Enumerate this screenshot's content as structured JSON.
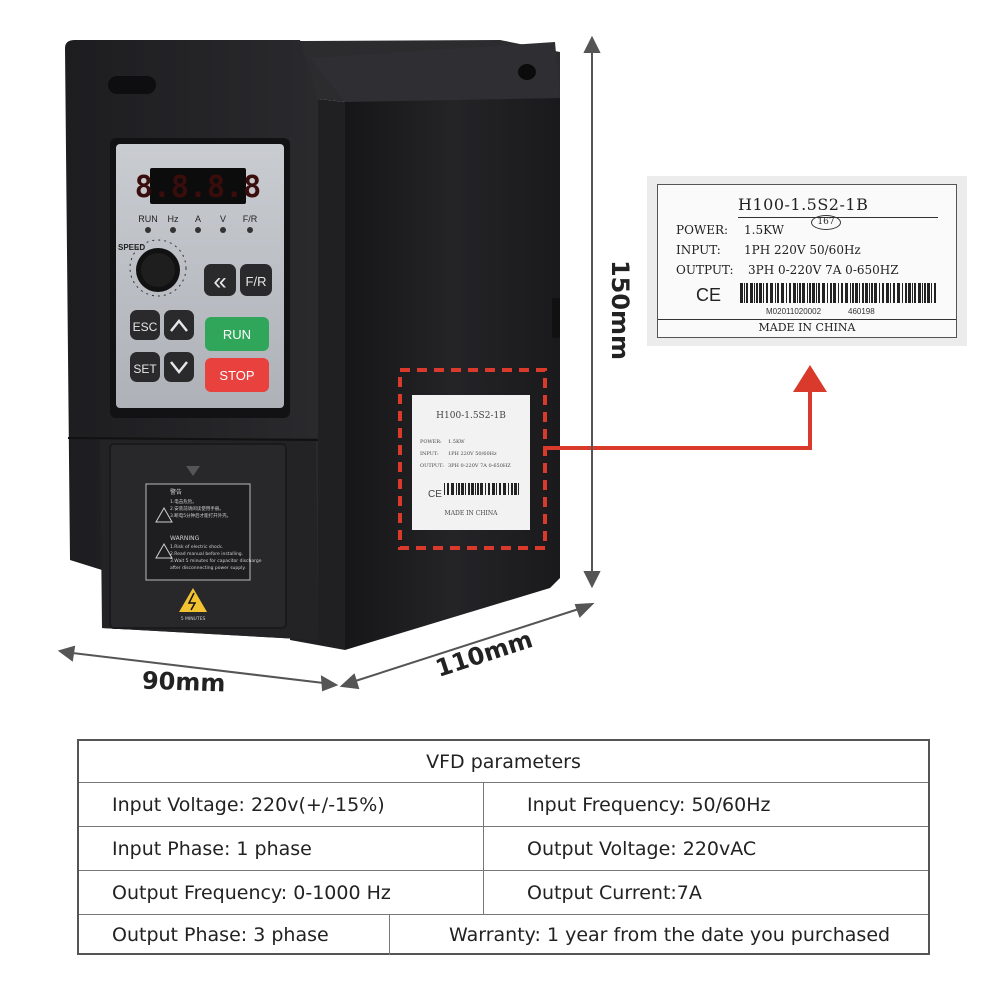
{
  "device": {
    "display_digits": "8.8.8.8",
    "indicators": [
      "RUN",
      "Hz",
      "A",
      "V",
      "F/R"
    ],
    "knob_label": "SPEED",
    "buttons": {
      "shift": "«",
      "fr": "F/R",
      "esc": "ESC",
      "up": "∧",
      "run": "RUN",
      "set": "SET",
      "down": "∨",
      "stop": "STOP"
    },
    "warning_cn_title": "警告",
    "warning_cn_lines": [
      "1.电击危险。",
      "2.安装前请阅读使用手册。",
      "3.断电5分钟后才能打开外壳。"
    ],
    "warning_en_title": "WARNING",
    "warning_en_lines": [
      "1.Risk of electric shock.",
      "2.Read manual before installing.",
      "3.Wait 5 minutes for capacitor discharge",
      "after disconnecting power supply."
    ],
    "warning_minutes": "5 MINUTES",
    "colors": {
      "body": "#1c1c1e",
      "run": "#2fa65a",
      "stop": "#e8413e",
      "highlight": "#d93a2b",
      "display": "#c62222"
    }
  },
  "nameplate": {
    "model": "H100-1.5S2-1B",
    "badge": "167",
    "power_label": "POWER:",
    "power_value": "1.5KW",
    "input_label": "INPUT:",
    "input_value": "1PH 220V 50/60Hz",
    "output_label": "OUTPUT:",
    "output_value": "3PH 0-220V 7A 0-650HZ",
    "ce": "CE",
    "serial_a": "M02011020002",
    "serial_b": "460198",
    "made_in": "MADE IN CHINA"
  },
  "dimensions": {
    "height": "150mm",
    "width": "90mm",
    "depth": "110mm"
  },
  "table": {
    "title": "VFD parameters",
    "rows": [
      [
        "Input Voltage: 220v(+/-15%)",
        "Input Frequency: 50/60Hz"
      ],
      [
        "Input Phase: 1 phase",
        "Output Voltage: 220vAC"
      ],
      [
        "Output Frequency: 0-1000 Hz",
        "Output Current:7A"
      ],
      [
        "Output Phase: 3 phase",
        "Warranty: 1 year from the date you purchased"
      ]
    ]
  }
}
